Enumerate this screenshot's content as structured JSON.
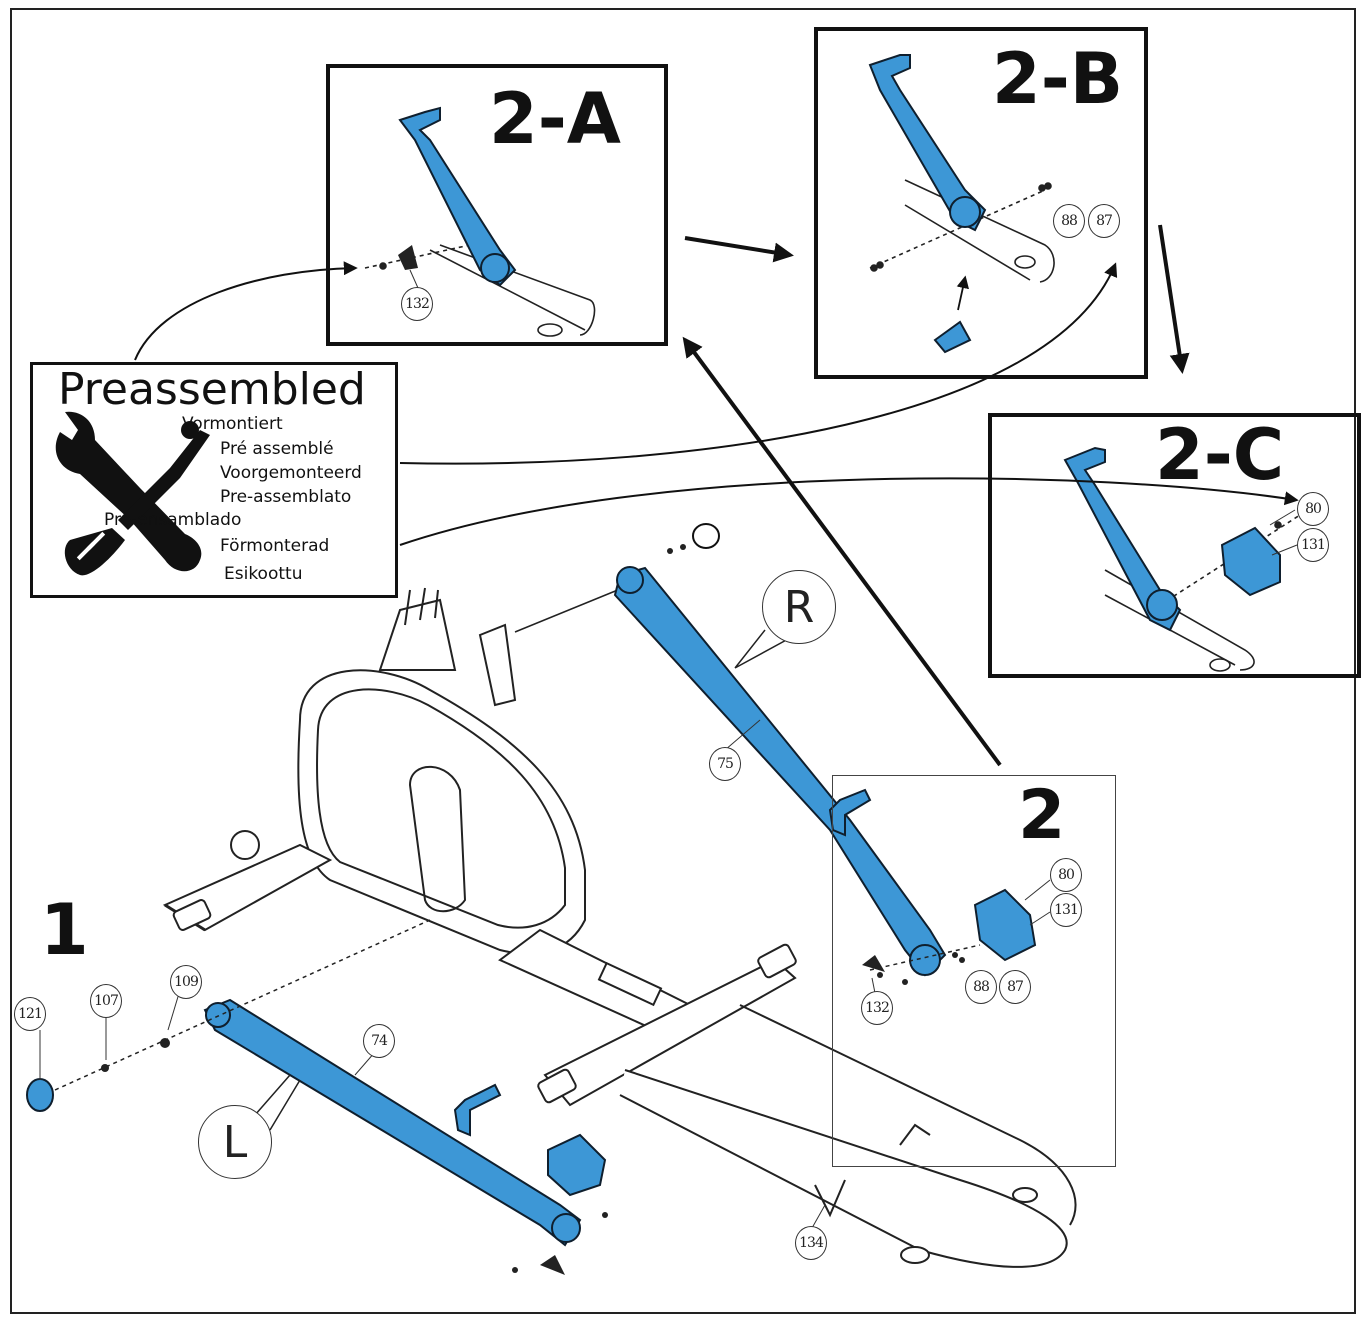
{
  "colors": {
    "part_fill": "#3d97d6",
    "part_stroke": "#0f1f2e",
    "line": "#111111",
    "frame": "#222222"
  },
  "steps": {
    "step1": "1",
    "step2": "2",
    "step2a": "2-A",
    "step2b": "2-B",
    "step2c": "2-C"
  },
  "preassembled": {
    "title": "Preassembled",
    "icon": "wrench-screwdriver-icon",
    "languages": [
      "Vormontiert",
      "Pré assemblé",
      "Voorgemonteerd",
      "Pre-assemblato",
      "Pre-ensamblado",
      "Förmonterad",
      "Esikoottu"
    ]
  },
  "arm_labels": {
    "left": "L",
    "right": "R"
  },
  "parts": {
    "p121": "121",
    "p107": "107",
    "p109": "109",
    "p74": "74",
    "p75": "75",
    "p134": "134",
    "p132_main": "132",
    "p80_main": "80",
    "p131_main": "131",
    "p88_main": "88",
    "p87_main": "87",
    "p132_a": "132",
    "p88_b": "88",
    "p87_b": "87",
    "p80_c": "80",
    "p131_c": "131"
  }
}
